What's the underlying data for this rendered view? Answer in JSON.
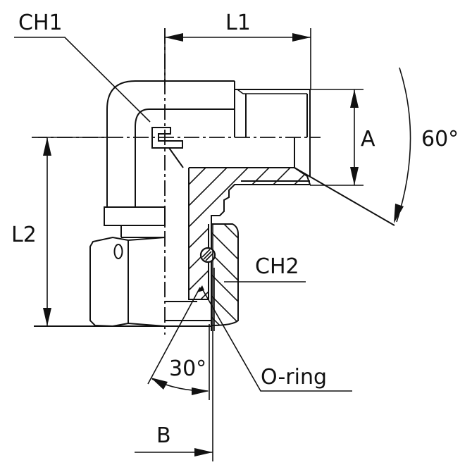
{
  "diagram": {
    "subject": "90-degree elbow fitting with swivel nut and O-ring",
    "labels": {
      "ch1": "CH1",
      "ch2": "CH2",
      "l1": "L1",
      "l2": "L2",
      "a": "A",
      "b": "B",
      "angle_60": "60°",
      "angle_30": "30°",
      "oring": "O-ring",
      "nut_mark": "0"
    },
    "colors": {
      "ink": "#111111",
      "background": "#ffffff"
    }
  }
}
